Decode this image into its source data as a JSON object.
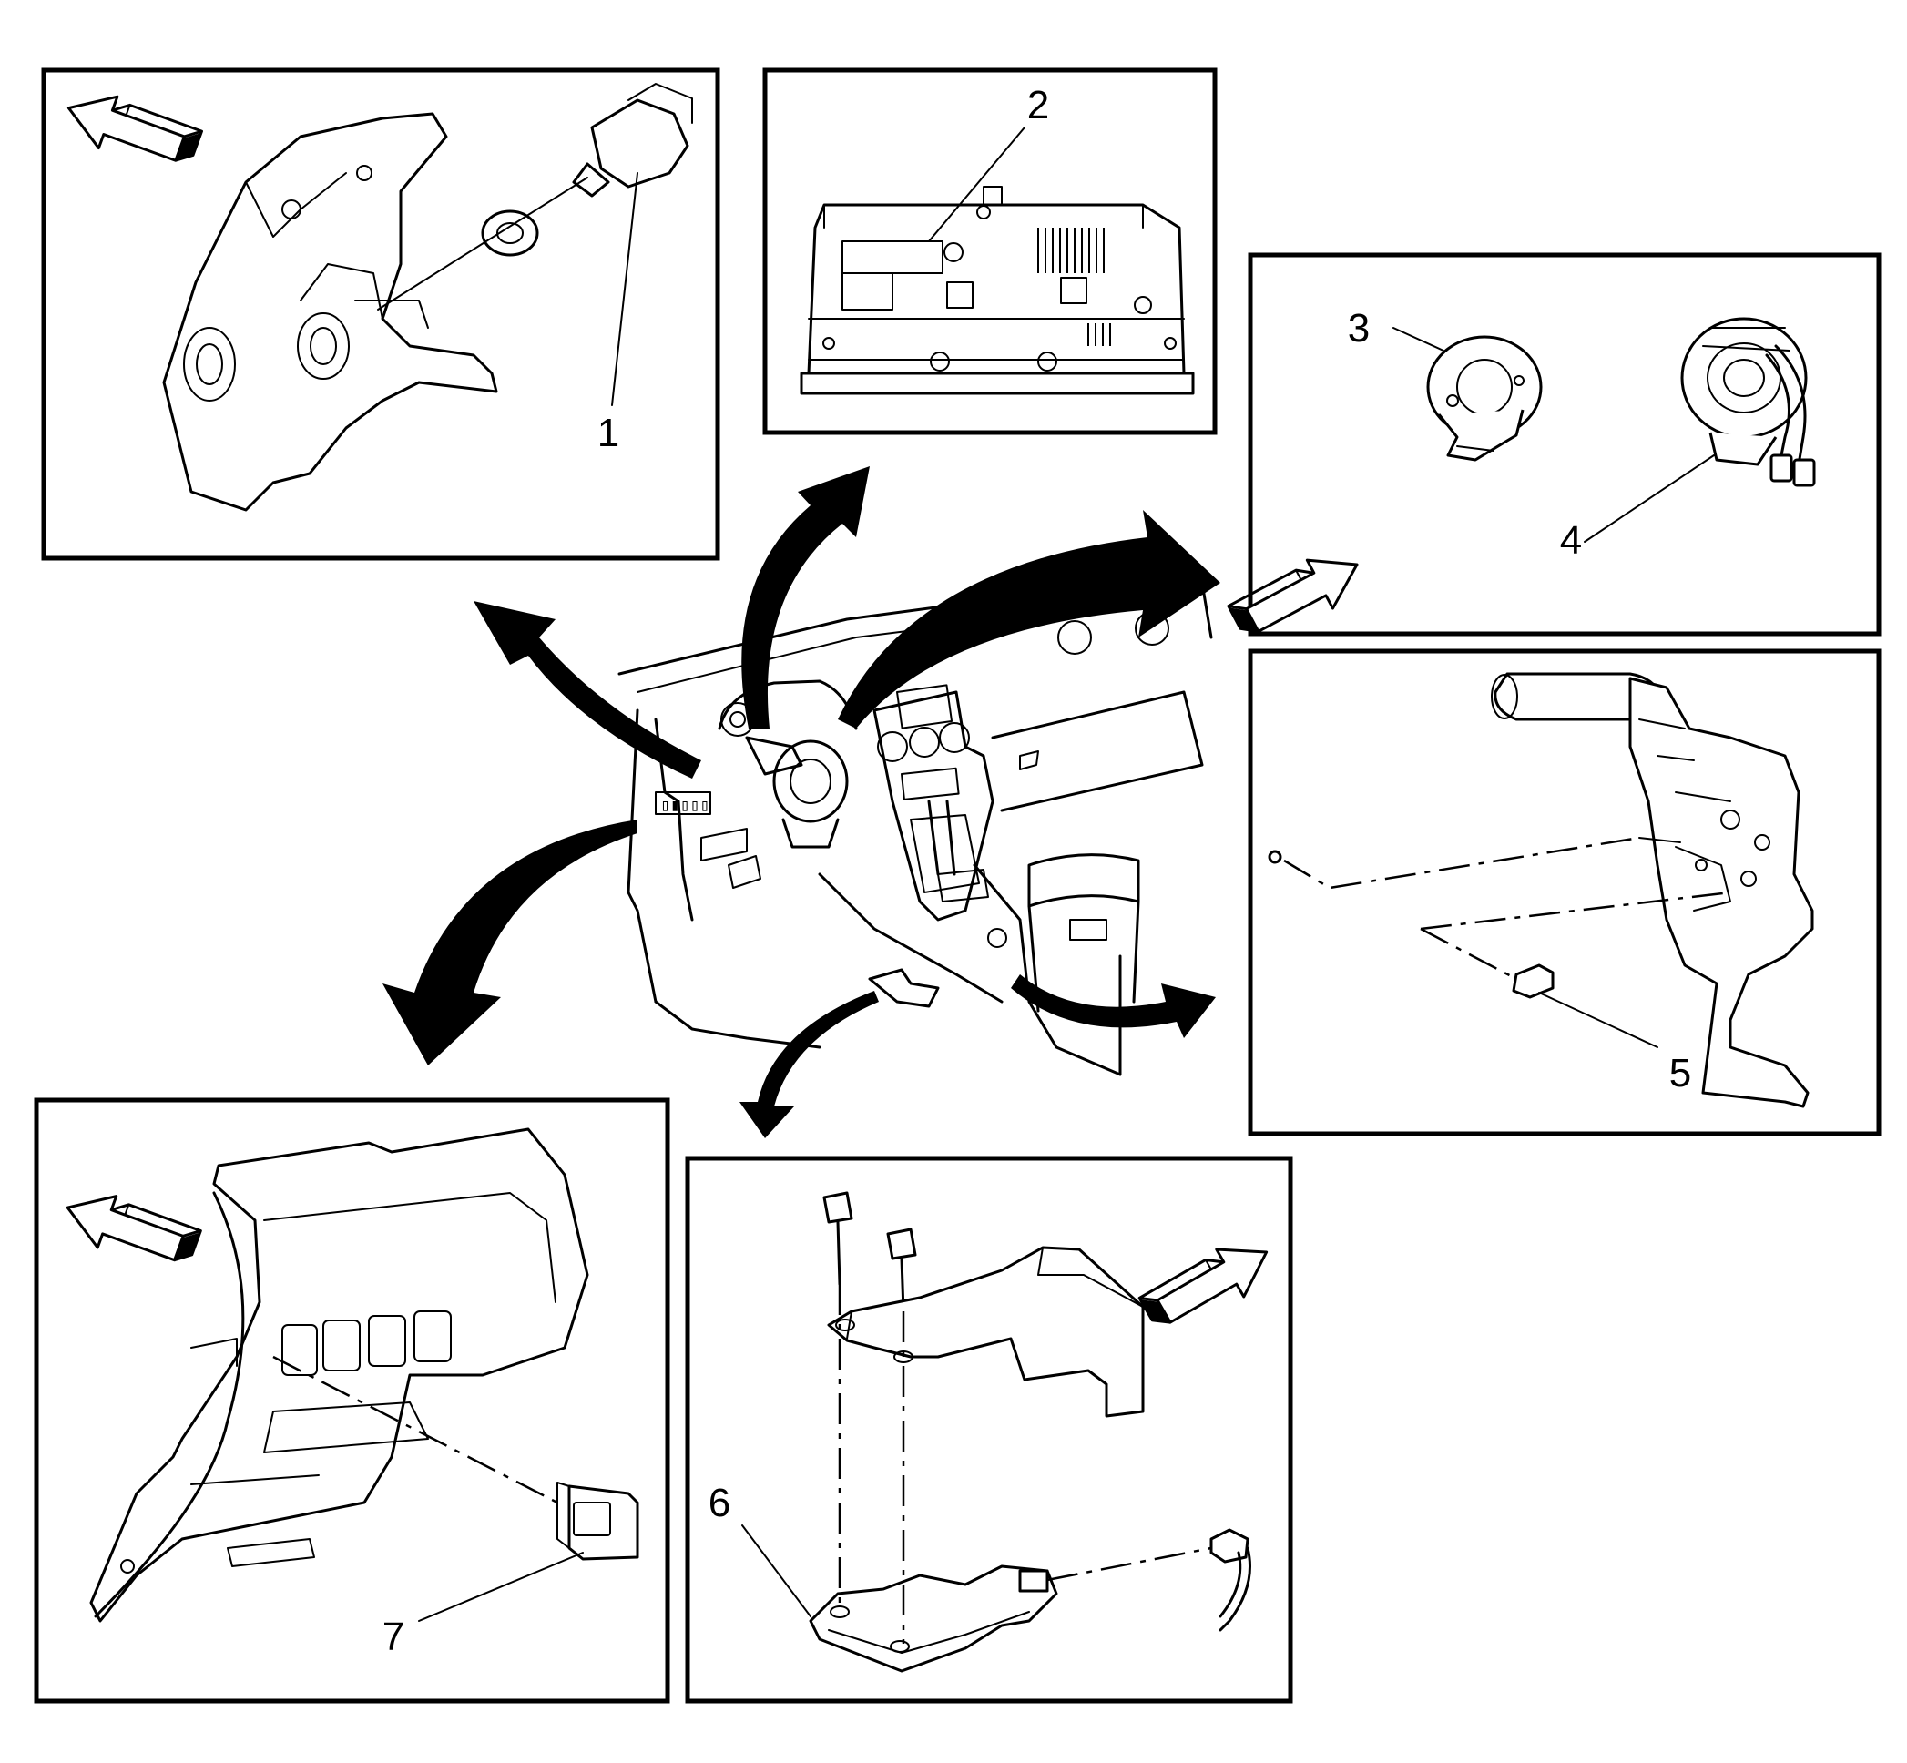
{
  "diagram": {
    "callouts": [
      "1",
      "2",
      "3",
      "4",
      "5",
      "6",
      "7"
    ]
  },
  "colors": {
    "ink": "#000000",
    "paper": "#ffffff"
  },
  "icons": [
    "forward-direction-arrow-icon",
    "callout-arrow-icon"
  ]
}
